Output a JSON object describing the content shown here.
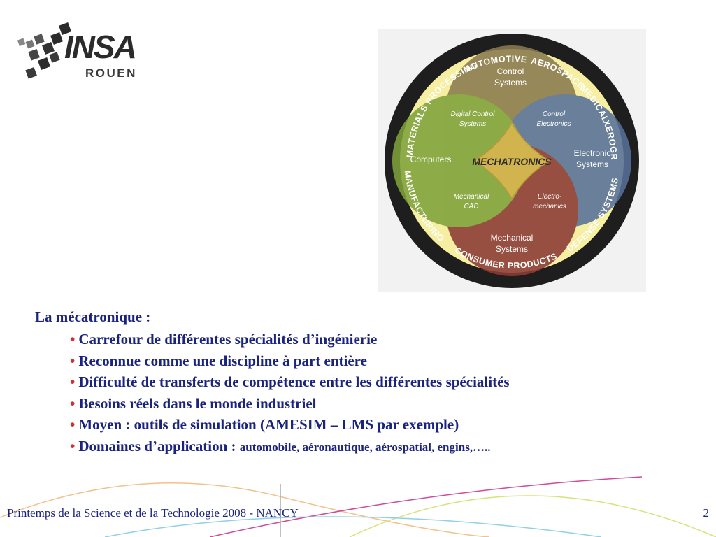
{
  "logo": {
    "brand": "INSA",
    "city": "ROUEN"
  },
  "diagram": {
    "center": "MECHATRONICS",
    "circles": [
      {
        "label_line1": "Control",
        "label_line2": "Systems",
        "color": "#8a7a4e"
      },
      {
        "label_line1": "Electronic",
        "label_line2": "Systems",
        "color": "#56709a"
      },
      {
        "label_line1": "Mechanical",
        "label_line2": "Systems",
        "color": "#8b3a34"
      },
      {
        "label_line1": "Computers",
        "label_line2": "",
        "color": "#7ea23a"
      }
    ],
    "overlaps": [
      {
        "line1": "Digital Control",
        "line2": "Systems"
      },
      {
        "line1": "Control",
        "line2": "Electronics"
      },
      {
        "line1": "Electro-",
        "line2": "mechanics"
      },
      {
        "line1": "Mechanical",
        "line2": "CAD"
      }
    ],
    "ring_top": [
      "AUTOMOTIVE",
      "AEROSPACE",
      "MEDICAL",
      "XEROGRAPHY",
      "MATERIALS PROCESSING"
    ],
    "ring_bottom": [
      "MANUFACTURING",
      "CONSUMER PRODUCTS",
      "DEFENSE SYSTEMS"
    ],
    "ring_color": "#f6eea0",
    "band_color": "#1e1e1e",
    "center_color": "#d2b44e"
  },
  "content": {
    "intro": "La mécatronique :",
    "bullets": [
      "Carrefour de différentes spécialités d’ingénierie",
      "Reconnue comme une discipline à part entière",
      "Difficulté de transferts de compétence entre les différentes spécialités",
      "Besoins réels dans le monde industriel",
      "Moyen : outils de simulation (AMESIM – LMS par exemple)"
    ],
    "last_bullet_main": "Domaines d’application : ",
    "last_bullet_small": "automobile, aéronautique, aérospatial, engins,…..",
    "bullet_symbol": "•"
  },
  "footer": {
    "left": "Printemps de la Science et de la Technologie 2008 - NANCY",
    "page_number": "2"
  },
  "colors": {
    "text": "#1a237e",
    "bullet": "#d32f2f"
  }
}
